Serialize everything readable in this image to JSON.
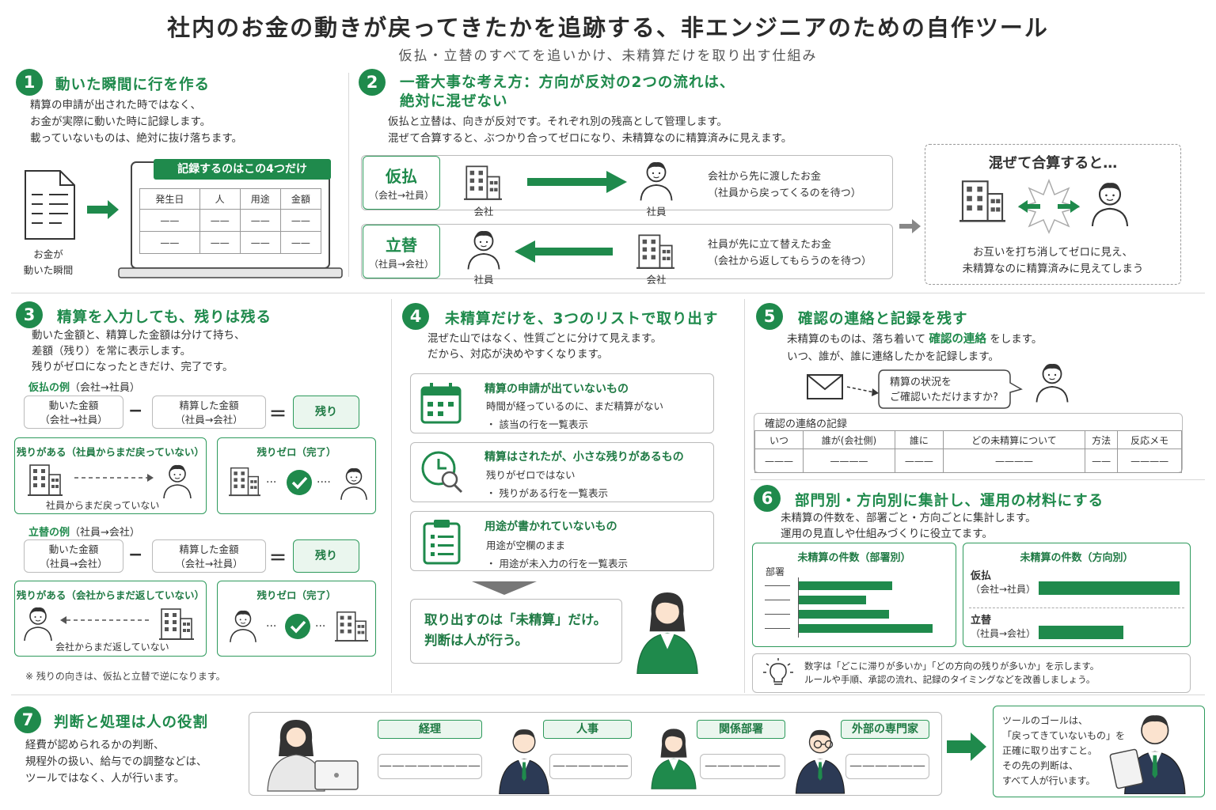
{
  "title": "社内のお金の動きが戻ってきたかを追跡する、非エンジニアのための自作ツール",
  "subtitle": "仮払・立替のすべてを追いかけ、未精算だけを取り出す仕組み",
  "s1": {
    "num": "1",
    "heading": "動いた瞬間に行を作る",
    "lines": [
      "精算の申請が出された時ではなく、",
      "お金が実際に動いた時に記録します。",
      "載っていないものは、絶対に抜け落ちます。"
    ],
    "doc_label": [
      "お金が",
      "動いた瞬間"
    ],
    "table_title": "記録するのはこの4つだけ",
    "cols": [
      "発生日",
      "人",
      "用途",
      "金額"
    ]
  },
  "s2": {
    "num": "2",
    "heading": [
      "一番大事な考え方：方向が反対の2つの流れは、",
      "絶対に混ぜない"
    ],
    "lines": [
      "仮払と立替は、向きが反対です。それぞれ別の残高として管理します。",
      "混ぜて合算すると、ぶつかり合ってゼロになり、未精算なのに精算済みに見えます。"
    ],
    "flow1": {
      "name": "仮払",
      "dir": "（会社→社員）",
      "from": "会社",
      "to": "社員",
      "desc": [
        "会社から先に渡したお金",
        "（社員から戻ってくるのを待つ）"
      ]
    },
    "flow2": {
      "name": "立替",
      "dir": "（社員→会社）",
      "from": "社員",
      "to": "会社",
      "desc": [
        "社員が先に立て替えたお金",
        "（会社から返してもらうのを待つ）"
      ]
    },
    "mix": {
      "title": "混ぜて合算すると…",
      "desc": [
        "お互いを打ち消してゼロに見え、",
        "未精算なのに精算済みに見えてしまう"
      ]
    }
  },
  "s3": {
    "num": "3",
    "heading": "精算を入力しても、残りは残る",
    "lines": [
      "動いた金額と、精算した金額は分けて持ち、",
      "差額（残り）を常に表示します。",
      "残りがゼロになったときだけ、完了です。"
    ],
    "ex1": {
      "label": "仮払の例",
      "dir": "（会社→社員）",
      "a": [
        "動いた金額",
        "（会社→社員）"
      ],
      "b": [
        "精算した金額",
        "（社員→会社）"
      ],
      "r": "残り",
      "rem": "残りがある（社員からまだ戻っていない）",
      "rem_note": "社員からまだ戻っていない",
      "done": "残りゼロ（完了）"
    },
    "ex2": {
      "label": "立替の例",
      "dir": "（社員→会社）",
      "a": [
        "動いた金額",
        "（社員→会社）"
      ],
      "b": [
        "精算した金額",
        "（会社→社員）"
      ],
      "r": "残り",
      "rem": "残りがある（会社からまだ返していない）",
      "rem_note": "会社からまだ返していない",
      "done": "残りゼロ（完了）"
    },
    "minus": "−",
    "equals": "＝",
    "note": "※ 残りの向きは、仮払と立替で逆になります。"
  },
  "s4": {
    "num": "4",
    "heading": "未精算だけを、3つのリストで取り出す",
    "lines": [
      "混ぜた山ではなく、性質ごとに分けて見えます。",
      "だから、対応が決めやすくなります。"
    ],
    "items": [
      {
        "title": "精算の申請が出ていないもの",
        "desc": "時間が経っているのに、まだ精算がない",
        "bullet": "該当の行を一覧表示"
      },
      {
        "title": "精算はされたが、小さな残りがあるもの",
        "desc": "残りがゼロではない",
        "bullet": "残りがある行を一覧表示"
      },
      {
        "title": "用途が書かれていないもの",
        "desc": "用途が空欄のまま",
        "bullet": "用途が未入力の行を一覧表示"
      }
    ],
    "bullet_mark": "・",
    "conclusion": [
      "取り出すのは「未精算」だけ。",
      "判断は人が行う。"
    ]
  },
  "s5": {
    "num": "5",
    "heading": "確認の連絡と記録を残す",
    "line1a": "未精算のものは、落ち着いて",
    "line1b": "確認の連絡",
    "line1c": "をします。",
    "line2": "いつ、誰が、誰に連絡したかを記録します。",
    "bubble": [
      "精算の状況を",
      "ご確認いただけますか?"
    ],
    "log_title": "確認の連絡の記録",
    "cols": [
      "いつ",
      "誰が(会社側)",
      "誰に",
      "どの未精算について",
      "方法",
      "反応メモ"
    ]
  },
  "s6": {
    "num": "6",
    "heading": "部門別・方向別に集計し、運用の材料にする",
    "lines": [
      "未精算の件数を、部署ごと・方向ごとに集計します。",
      "運用の見直しや仕組みづくりに役立てます。"
    ],
    "tip": [
      "数字は「どこに滞りが多いか」「どの方向の残りが多いか」を示します。",
      "ルールや手順、承認の流れ、記録のタイミングなどを改善しましょう。"
    ]
  },
  "chart_data": [
    {
      "type": "bar",
      "title": "未精算の件数（部署別）",
      "ylabel": "部署",
      "orientation": "horizontal",
      "values": [
        0.64,
        0.46,
        0.62,
        0.92
      ]
    },
    {
      "type": "bar",
      "title": "未精算の件数（方向別）",
      "orientation": "horizontal",
      "categories": [
        "仮払（会社→社員）",
        "立替（社員→会社）"
      ],
      "cat_lines": [
        [
          "仮払",
          "（会社→社員）"
        ],
        [
          "立替",
          "（社員→会社）"
        ]
      ],
      "values": [
        1.0,
        0.6
      ]
    }
  ],
  "s7": {
    "num": "7",
    "heading": "判断と処理は人の役割",
    "lines": [
      "経費が認められるかの判断、",
      "規程外の扱い、給与での調整などは、",
      "ツールではなく、人が行います。"
    ],
    "roles": [
      "経理",
      "人事",
      "関係部署",
      "外部の専門家"
    ],
    "goal": [
      "ツールのゴールは、",
      "「戻ってきていないもの」を",
      "正確に取り出すこと。",
      "その先の判断は、",
      "すべて人が行います。"
    ]
  },
  "colors": {
    "accent": "#1f8a4c",
    "light": "#eaf6ee"
  }
}
